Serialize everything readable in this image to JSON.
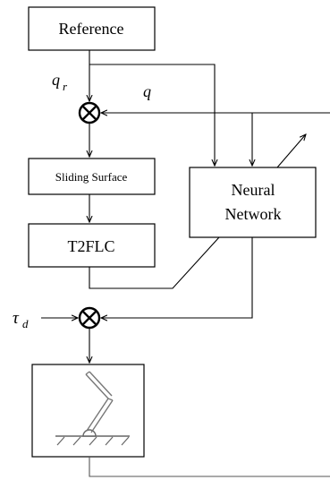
{
  "blocks": {
    "reference": "Reference",
    "sliding_surface": "Sliding Surface",
    "t2flc": "T2FLC",
    "neural_network_line1": "Neural",
    "neural_network_line2": "Network"
  },
  "signals": {
    "qr_base": "q",
    "qr_sub": "r",
    "q": "q",
    "tau_base": "τ",
    "tau_sub": "d"
  },
  "colors": {
    "line": "#000000",
    "feedback_line": "#555555",
    "background": "#ffffff"
  }
}
